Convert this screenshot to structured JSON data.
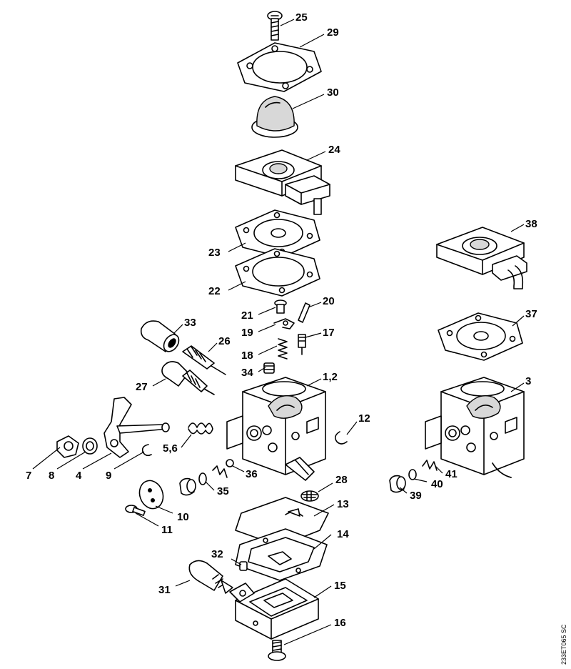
{
  "callouts": {
    "c25": "25",
    "c29": "29",
    "c30": "30",
    "c24": "24",
    "c23": "23",
    "c22": "22",
    "c21": "21",
    "c20": "20",
    "c19": "19",
    "c17": "17",
    "c18": "18",
    "c34": "34",
    "c33": "33",
    "c26": "26",
    "c27": "27",
    "c1_2": "1,2",
    "c12": "12",
    "c5_6": "5,6",
    "c7": "7",
    "c8": "8",
    "c4": "4",
    "c9": "9",
    "c36": "36",
    "c35": "35",
    "c28": "28",
    "c10": "10",
    "c11": "11",
    "c13": "13",
    "c14": "14",
    "c32": "32",
    "c31": "31",
    "c15": "15",
    "c16": "16",
    "c38": "38",
    "c37": "37",
    "c3": "3",
    "c41": "41",
    "c40": "40",
    "c39": "39"
  },
  "drawing_code": "233ET065 SC"
}
